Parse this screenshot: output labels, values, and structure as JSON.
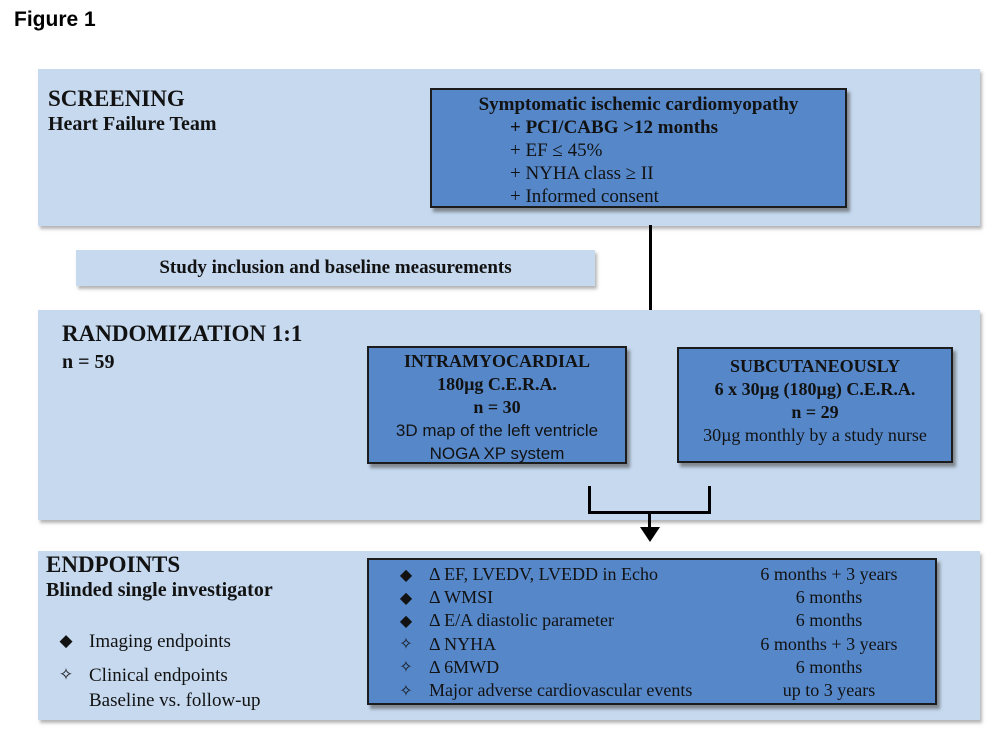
{
  "figure_label": "Figure 1",
  "colors": {
    "band_light_blue": "#c6d9ef",
    "box_blue": "#5587c9",
    "border": "#1c1c1c",
    "text": "#121212"
  },
  "screening": {
    "title": "SCREENING",
    "subtitle": "Heart Failure Team",
    "criteria_box": {
      "heading": "Symptomatic ischemic cardiomyopathy",
      "items": [
        "+ PCI/CABG >12 months",
        "+ EF ≤ 45%",
        "+ NYHA class ≥ II",
        "+ Informed consent"
      ]
    }
  },
  "inclusion_banner": "Study inclusion and baseline measurements",
  "randomization": {
    "title": "RANDOMIZATION 1:1",
    "subtitle": "n = 59",
    "arm_left": {
      "line1": "INTRAMYOCARDIAL",
      "line2": "180µg C.E.R.A.",
      "line3": "n = 30",
      "line4": "3D map of the left ventricle",
      "line5": "NOGA XP system"
    },
    "arm_right": {
      "line1": "SUBCUTANEOUSLY",
      "line2": "6 x 30µg (180µg) C.E.R.A.",
      "line3": "n = 29",
      "line4": "30µg monthly by a study nurse"
    }
  },
  "endpoints": {
    "title": "ENDPOINTS",
    "subtitle": "Blinded single investigator",
    "legend": [
      {
        "bullet": "◆",
        "label": "Imaging endpoints"
      },
      {
        "bullet": "✧",
        "label": "Clinical endpoints"
      }
    ],
    "legend_note": "Baseline vs. follow-up",
    "rows": [
      {
        "bullet": "◆",
        "label": "Δ EF, LVEDV, LVEDD in Echo",
        "time": "6 months + 3 years"
      },
      {
        "bullet": "◆",
        "label": "Δ WMSI",
        "time": "6 months"
      },
      {
        "bullet": "◆",
        "label": "Δ E/A diastolic parameter",
        "time": "6 months"
      },
      {
        "bullet": "✧",
        "label": "Δ NYHA",
        "time": "6 months + 3 years"
      },
      {
        "bullet": "✧",
        "label": "Δ 6MWD",
        "time": "6 months"
      },
      {
        "bullet": "✧",
        "label": "Major adverse cardiovascular events",
        "time": "up to 3 years"
      }
    ]
  }
}
